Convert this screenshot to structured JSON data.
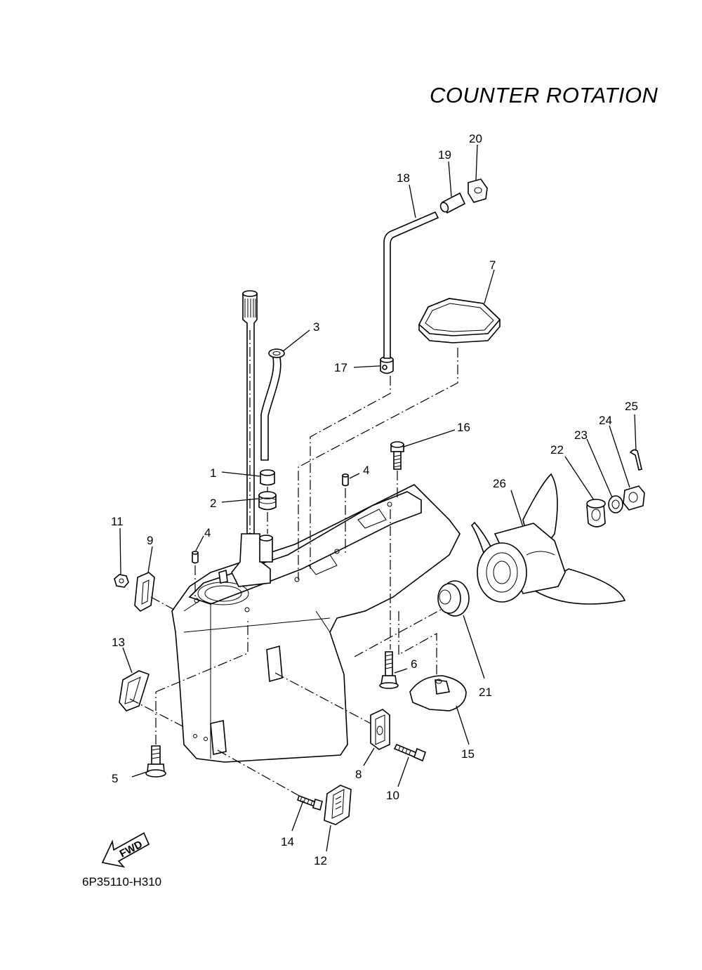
{
  "title": "COUNTER  ROTATION",
  "diagram_code": "6P35110-H310",
  "fwd_label": "FWD",
  "callouts": [
    "1",
    "2",
    "3",
    "4",
    "4",
    "5",
    "6",
    "7",
    "8",
    "9",
    "10",
    "11",
    "12",
    "13",
    "14",
    "15",
    "16",
    "17",
    "18",
    "19",
    "20",
    "21",
    "22",
    "23",
    "24",
    "25",
    "26"
  ]
}
